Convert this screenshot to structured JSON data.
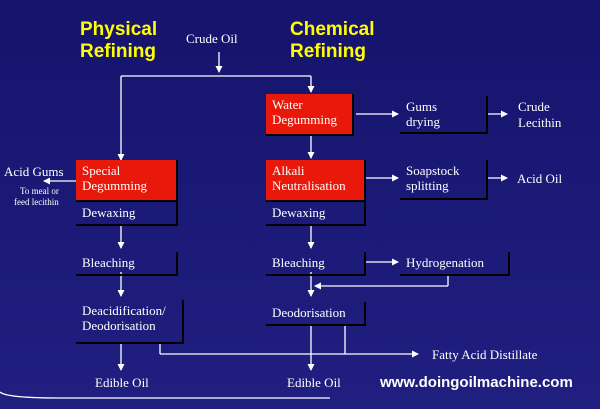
{
  "headings": {
    "physical_line1": "Physical",
    "physical_line2": "Refining",
    "chemical_line1": "Chemical",
    "chemical_line2": "Refining"
  },
  "crude_oil": "Crude Oil",
  "physical": {
    "special_degumming_1": "Special",
    "special_degumming_2": "Degumming",
    "dewaxing": "Dewaxing",
    "bleaching": "Bleaching",
    "deacidification_1": "Deacidification/",
    "deacidification_2": "Deodorisation",
    "edible_oil": "Edible Oil",
    "acid_gums": "Acid Gums",
    "acid_gums_note_1": "To meal or",
    "acid_gums_note_2": "feed lecithin"
  },
  "chemical": {
    "water_degumming_1": "Water",
    "water_degumming_2": "Degumming",
    "alkali_1": "Alkali",
    "alkali_2": "Neutralisation",
    "dewaxing": "Dewaxing",
    "bleaching": "Bleaching",
    "deodorisation": "Deodorisation",
    "edible_oil": "Edible Oil",
    "gums_drying_1": "Gums",
    "gums_drying_2": "drying",
    "crude_lecithin_1": "Crude",
    "crude_lecithin_2": "Lecithin",
    "soapstock_1": "Soapstock",
    "soapstock_2": "splitting",
    "acid_oil": "Acid Oil",
    "hydrogenation": "Hydrogenation"
  },
  "fatty_acid_distillate": "Fatty Acid Distillate",
  "website": "www.doingoilmachine.com",
  "colors": {
    "background": "#191970",
    "heading": "#ffff00",
    "process_box": "#e8180b",
    "lines": "#ffffff"
  }
}
